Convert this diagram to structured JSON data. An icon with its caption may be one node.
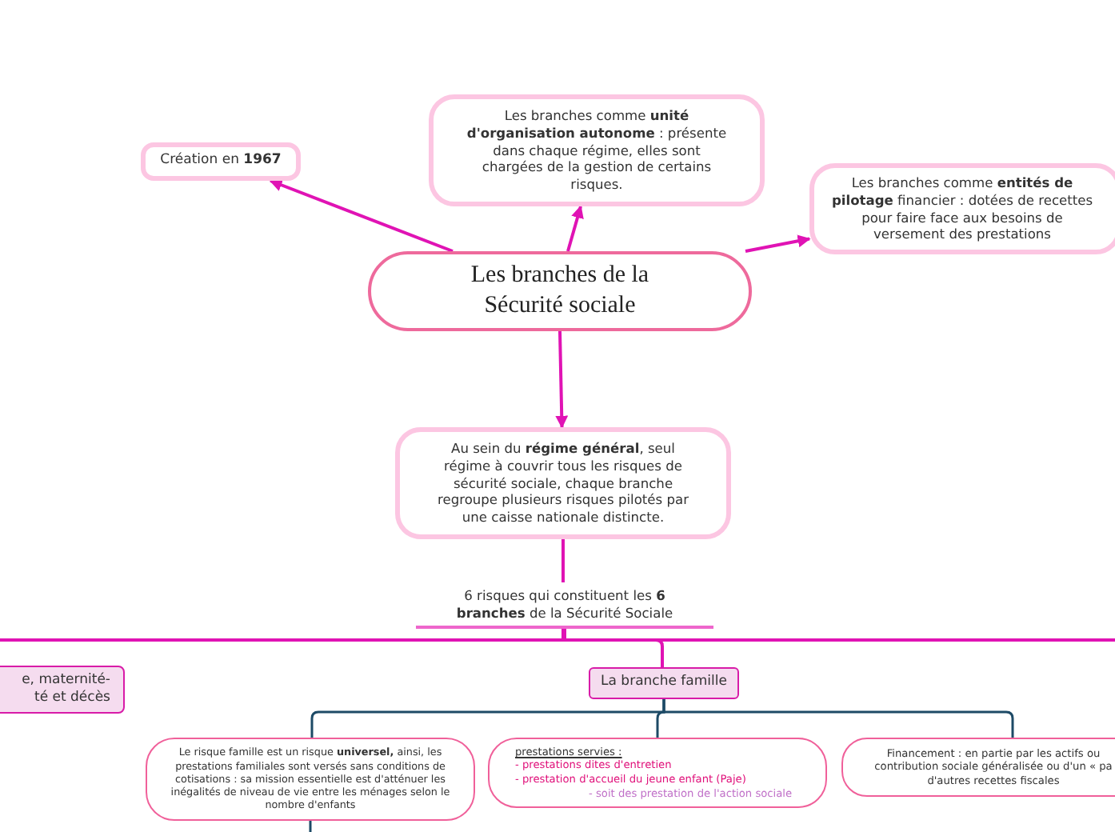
{
  "diagram": {
    "nodes": [
      {
        "text": [
          "Les branches de la Sécurité sociale"
        ]
      },
      {
        "text": [
          "Création en **1967**"
        ]
      },
      {
        "text": [
          "Les branches comme **unité d'organisation autonome** : présente dans chaque régime, elles sont chargées de la gestion de certains risques."
        ]
      },
      {
        "text": [
          "Les branches comme **entités de pilotage** financier : dotées de recettes pour faire face aux besoins de versement des prestations"
        ]
      },
      {
        "text": [
          "Au sein du **régime général**, seul régime à couvrir tous les risques de sécurité sociale, chaque branche regroupe plusieurs risques pilotés par une caisse nationale distincte."
        ]
      },
      {
        "text": [
          "6 risques qui constituent les **6 branches** de la Sécurité Sociale"
        ]
      },
      {
        "text": [
          "e, maternité- té et décès"
        ]
      },
      {
        "text": [
          "La branche famille"
        ]
      },
      {
        "text": [
          "Le risque famille est un risque **universel,** ainsi, les prestations familiales sont versés sans conditions de cotisations : sa mission essentielle est d'atténuer les inégalités de niveau de vie entre les ménages selon le nombre d'enfants"
        ]
      },
      {
        "text": [
          "prestations servies :",
          "- prestations dites d'entretien",
          "- prestation d'accueil du jeune enfant (Paje)",
          "- soit des prestation de l'action sociale"
        ]
      },
      {
        "text": [
          "Financement : en partie par les actifs ou",
          "contribution sociale généralisée ou d'un « pa",
          "d'autres recettes fiscales"
        ]
      }
    ],
    "edges": [
      {
        "from": 0,
        "to": 1,
        "arrow": "to"
      },
      {
        "from": 0,
        "to": 2,
        "arrow": "to"
      },
      {
        "from": 0,
        "to": 3,
        "arrow": "to"
      },
      {
        "from": 0,
        "to": 4,
        "arrow": "to"
      },
      {
        "from": 4,
        "to": 5,
        "arrow": "none"
      },
      {
        "from": 5,
        "to": 6,
        "arrow": "none"
      },
      {
        "from": 5,
        "to": 7,
        "arrow": "none"
      },
      {
        "from": 5,
        "to": null,
        "arrow": "none"
      },
      {
        "from": 7,
        "to": 8,
        "arrow": "none",
        "color": "#1d4a66"
      },
      {
        "from": 7,
        "to": 9,
        "arrow": "none",
        "color": "#1d4a66"
      },
      {
        "from": 7,
        "to": 10,
        "arrow": "none",
        "color": "#1d4a66"
      },
      {
        "from": 8,
        "to": null,
        "arrow": "none",
        "color": "#1d4a66"
      }
    ]
  }
}
